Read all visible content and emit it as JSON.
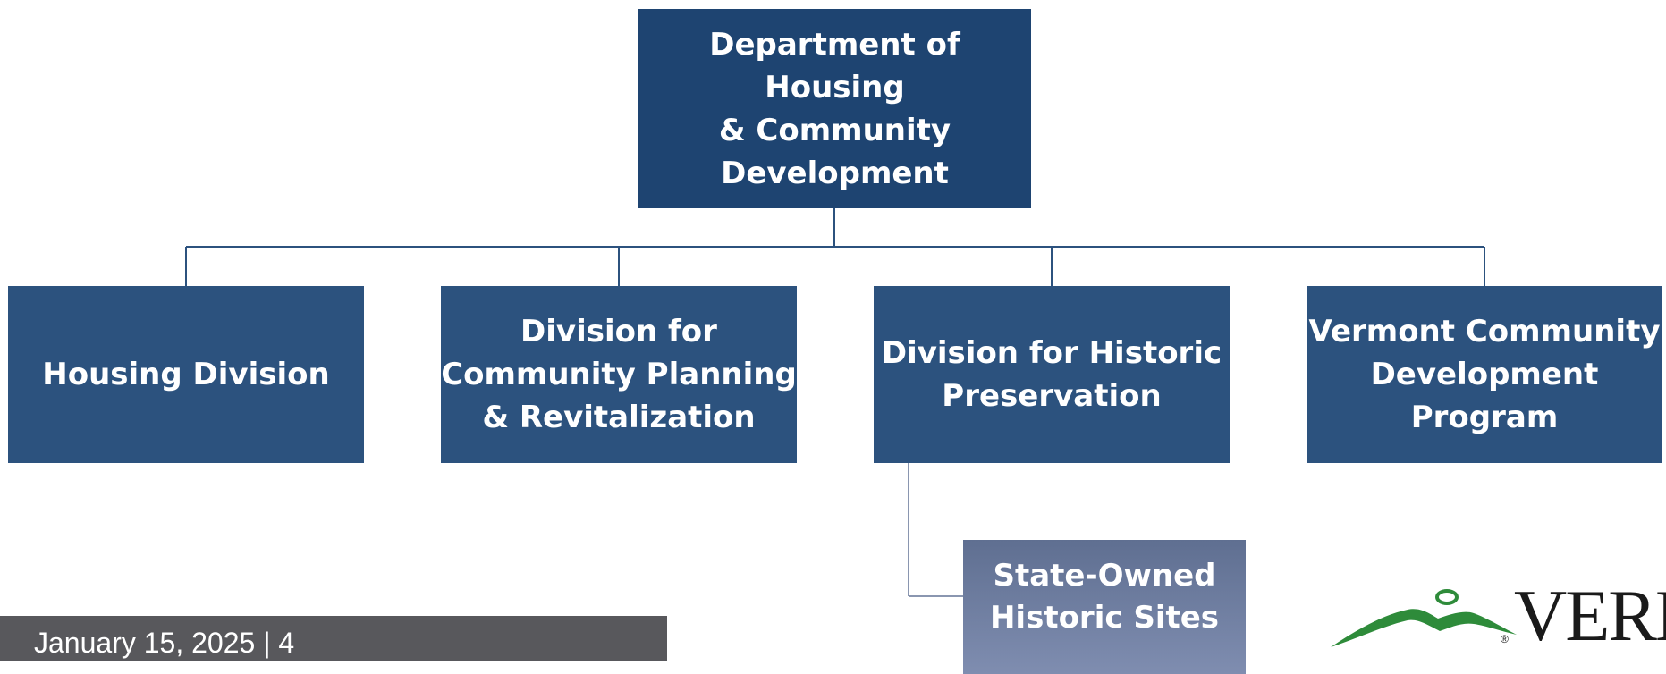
{
  "org_chart": {
    "root": "Department of Housing\n& Community\nDevelopment",
    "divisions": [
      "Housing Division",
      "Division for\nCommunity Planning\n& Revitalization",
      "Division for Historic\nPreservation",
      "Vermont Community\nDevelopment\nProgram"
    ],
    "sub_unit": "State-Owned\nHistoric Sites"
  },
  "footer": {
    "text": "January 15, 2025  |  4"
  },
  "logo": {
    "text": "VERM",
    "registered": "®"
  },
  "colors": {
    "root_box": "#1e4471",
    "division_box": "#2c527e",
    "sub_box": "#6f7ea1",
    "connector": "#2c527e",
    "footer_bar": "#58585c",
    "logo_green": "#2e8b3a"
  }
}
